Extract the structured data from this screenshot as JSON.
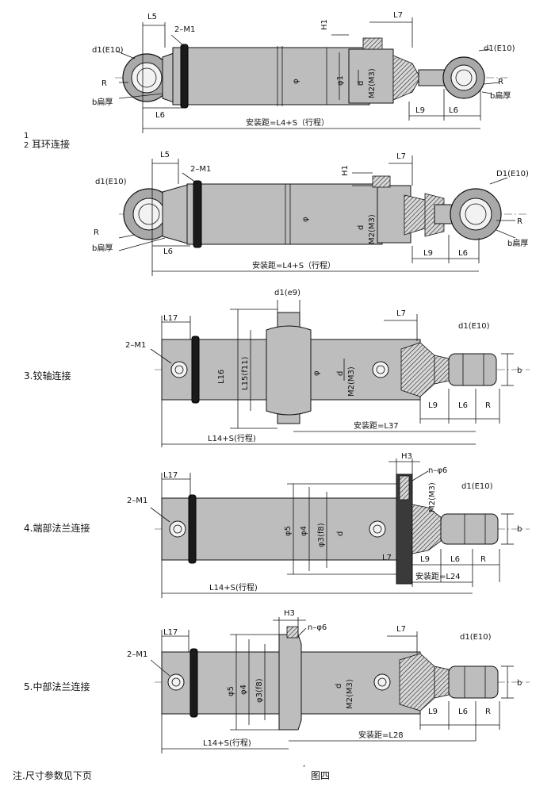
{
  "caption_figure": "图四",
  "note": "注.尺寸参数见下页",
  "stray_mark": ",",
  "row1": {
    "title_prefix_top": "1",
    "title_prefix_bottom": "2",
    "title": "耳环连接",
    "d1": "d1(E10)",
    "d1_right": "d1(E10)",
    "L5": "L5",
    "m1": "2–M1",
    "H1": "H1",
    "L7": "L7",
    "R": "R",
    "R_right": "R",
    "b": "b扁厚",
    "b_right": "b扁厚",
    "L6": "L6",
    "L6_right": "L6",
    "L9": "L9",
    "phi": "φ",
    "phi1": "φ1",
    "d": "d",
    "m2": "M2(M3)",
    "mount": "安装距=L4+S（行程）"
  },
  "row2": {
    "d1": "d1(E10)",
    "D1": "D1(E10)",
    "L5": "L5",
    "m1": "2–M1",
    "H1": "H1",
    "L7": "L7",
    "R": "R",
    "R_right": "R",
    "b": "b扁厚",
    "b_right": "b扁厚",
    "L6": "L6",
    "L6_right": "L6",
    "L9": "L9",
    "phi": "φ",
    "d": "d",
    "m2": "M2(M3)",
    "mount": "安装距=L4+S（行程）"
  },
  "row3": {
    "title": "3.铰轴连接",
    "d1e9": "d1(e9)",
    "L17": "L17",
    "m1": "2–M1",
    "L7": "L7",
    "d1": "d1(E10)",
    "L16": "L16",
    "L15": "L15(f11)",
    "phi": "φ",
    "d": "d",
    "m2": "M2(M3)",
    "b": "b",
    "L9": "L9",
    "L6": "L6",
    "R": "R",
    "mount": "安装距=L37",
    "total": "L14+S(行程)"
  },
  "row4": {
    "title": "4.端部法兰连接",
    "H3": "H3",
    "nphi6": "n–φ6",
    "L17": "L17",
    "m1": "2–M1",
    "m2": "M2(M3)",
    "d1": "d1(E10)",
    "phi5": "φ5",
    "phi4": "φ4",
    "phi3": "φ3(f8)",
    "d": "d",
    "b": "b",
    "L7": "L7",
    "L9": "L9",
    "L6": "L6",
    "R": "R",
    "mount": "安装距=L24",
    "total": "L14+S(行程)"
  },
  "row5": {
    "title": "5.中部法兰连接",
    "H3": "H3",
    "nphi6": "n–φ6",
    "L17": "L17",
    "L7": "L7",
    "m1": "2–M1",
    "d1": "d1(E10)",
    "phi5": "φ5",
    "phi4": "φ4",
    "phi3": "φ3(f8)",
    "d": "d",
    "m2": "M2(M3)",
    "b": "b",
    "L9": "L9",
    "L6": "L6",
    "R": "R",
    "mount": "安装距=L28",
    "total": "L14+S(行程)"
  }
}
